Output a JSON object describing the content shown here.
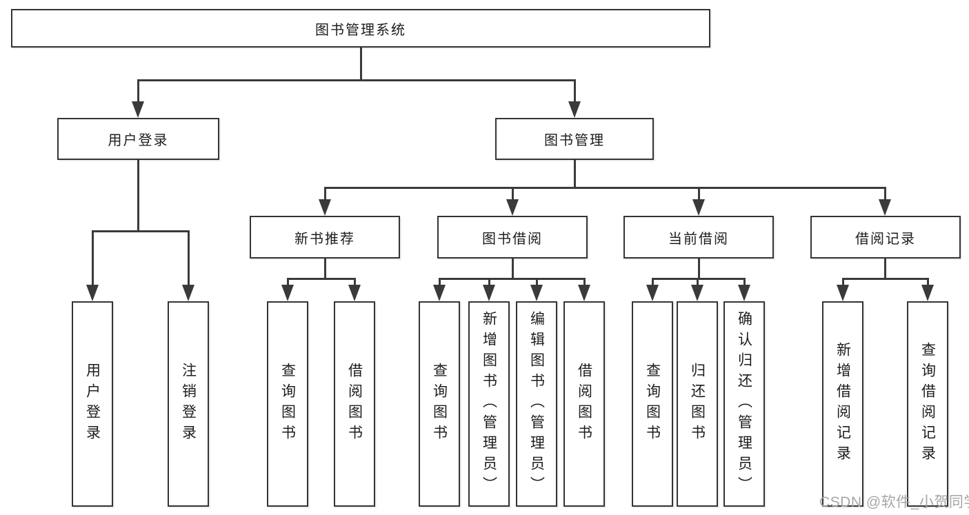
{
  "root": {
    "label": "图书管理系统"
  },
  "level2": [
    {
      "label": "用户登录"
    },
    {
      "label": "图书管理"
    }
  ],
  "level3": [
    {
      "label": "新书推荐"
    },
    {
      "label": "图书借阅"
    },
    {
      "label": "当前借阅"
    },
    {
      "label": "借阅记录"
    }
  ],
  "leaves": [
    {
      "label": "用户登录"
    },
    {
      "label": "注销登录"
    },
    {
      "label": "查询图书"
    },
    {
      "label": "借阅图书"
    },
    {
      "label": "查询图书"
    },
    {
      "label": "新增图书（管理员）"
    },
    {
      "label": "编辑图书（管理员）"
    },
    {
      "label": "借阅图书"
    },
    {
      "label": "查询图书"
    },
    {
      "label": "归还图书"
    },
    {
      "label": "确认归还（管理员）"
    },
    {
      "label": "新增借阅记录"
    },
    {
      "label": "查询借阅记录"
    }
  ],
  "watermark": {
    "text": "CSDN @软件_小贺同学"
  },
  "colors": {
    "line": "#3a3a3a",
    "border": "#333333",
    "fill": "#ffffff",
    "text": "#1c1c1c",
    "background": "#ffffff",
    "watermark": "#a6a6a6"
  }
}
